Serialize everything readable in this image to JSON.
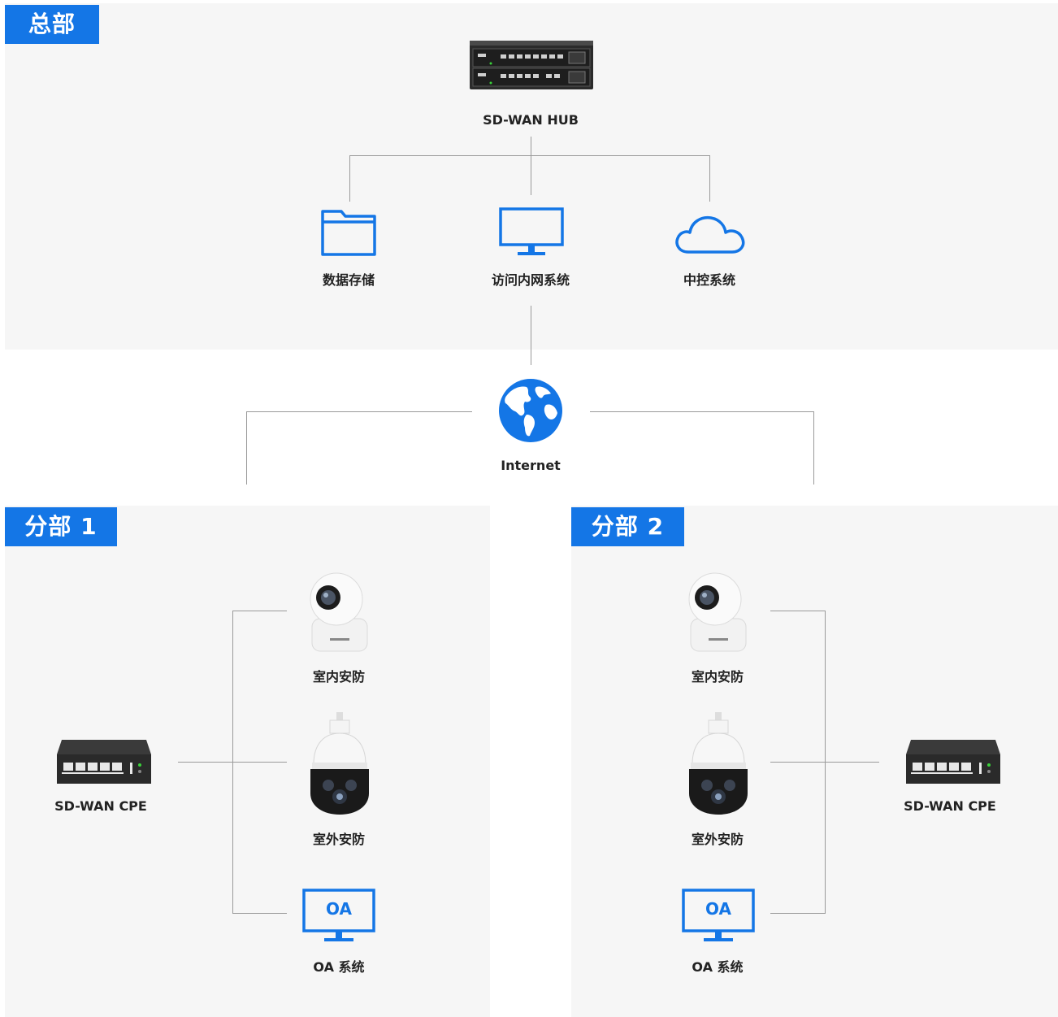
{
  "hq": {
    "tag": "总部",
    "hub_label": "SD-WAN HUB",
    "services": [
      {
        "label": "数据存储",
        "icon": "folder-icon"
      },
      {
        "label": "访问内网系统",
        "icon": "monitor-icon"
      },
      {
        "label": "中控系统",
        "icon": "cloud-icon"
      }
    ]
  },
  "internet": {
    "label": "Internet",
    "icon": "globe-icon"
  },
  "branch1": {
    "tag": "分部 1",
    "cpe_label": "SD-WAN CPE",
    "devices": [
      {
        "label": "室内安防",
        "icon": "indoor-camera-icon"
      },
      {
        "label": "室外安防",
        "icon": "outdoor-dome-camera-icon"
      },
      {
        "label": "OA 系统",
        "icon": "oa-monitor-icon",
        "screen_text": "OA"
      }
    ]
  },
  "branch2": {
    "tag": "分部 2",
    "cpe_label": "SD-WAN CPE",
    "devices": [
      {
        "label": "室内安防",
        "icon": "indoor-camera-icon"
      },
      {
        "label": "室外安防",
        "icon": "outdoor-dome-camera-icon"
      },
      {
        "label": "OA 系统",
        "icon": "oa-monitor-icon",
        "screen_text": "OA"
      }
    ]
  },
  "colors": {
    "accent": "#1476e6",
    "panel": "#f6f6f6",
    "line": "#9a9a9a"
  }
}
